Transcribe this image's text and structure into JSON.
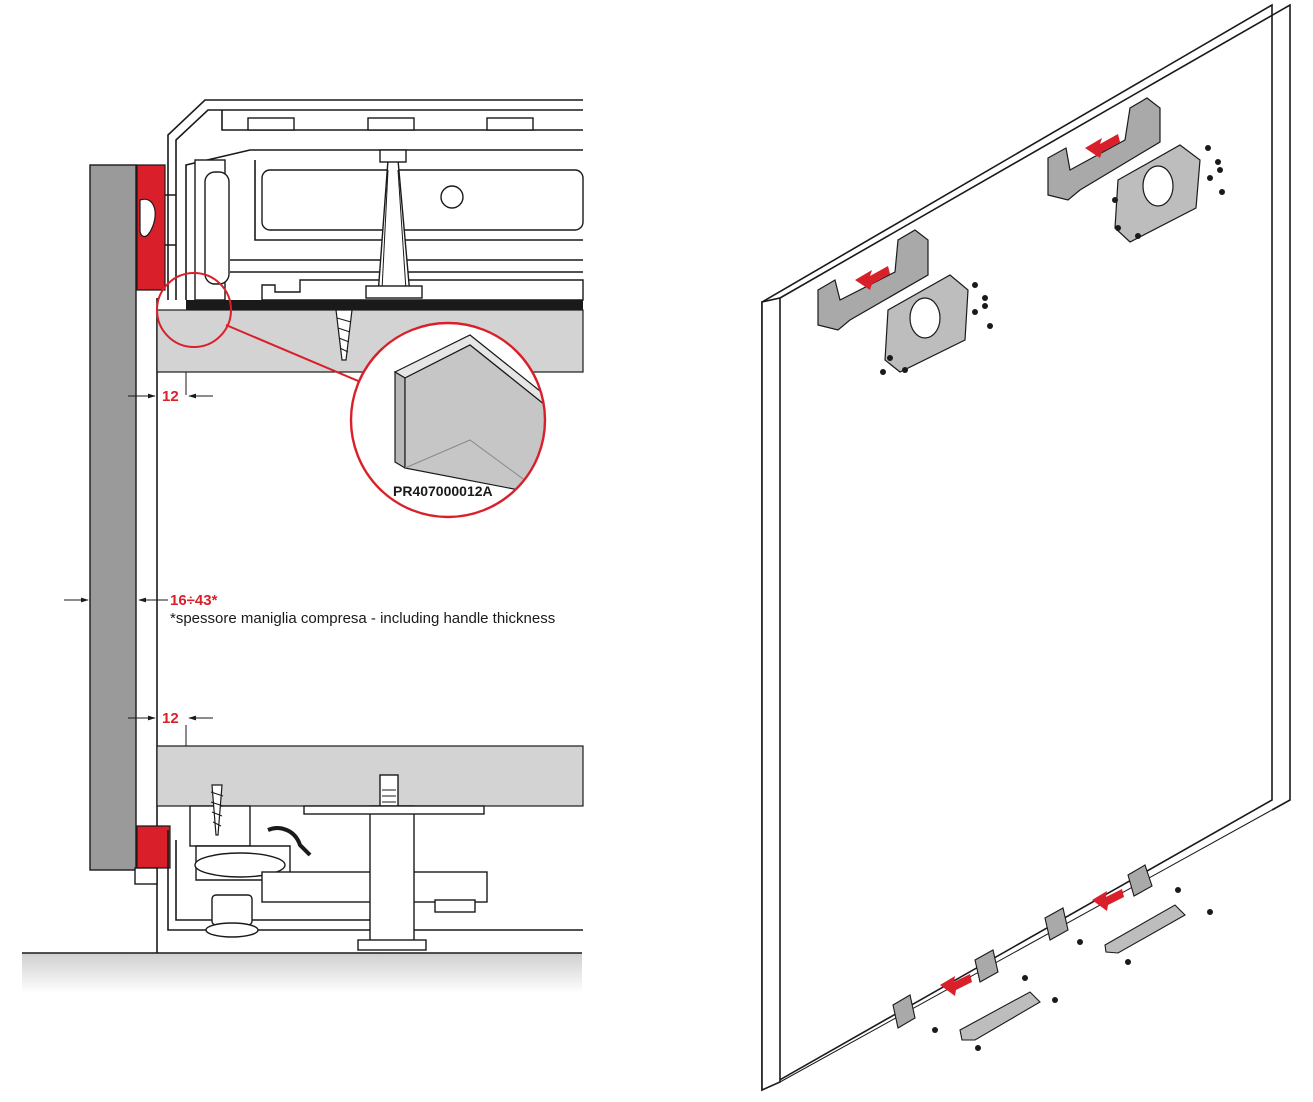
{
  "section_view": {
    "dim_top": "12",
    "dim_door": "16÷43*",
    "dim_bottom": "12",
    "footnote": "*spessore maniglia compresa - including handle thickness",
    "detail_part_code": "PR407000012A"
  },
  "colors": {
    "accent_red": "#d9202a",
    "door_gray": "#9a9a9a",
    "panel_gray": "#d3d3d3",
    "hardware_gray": "#bdbdbd",
    "line": "#1a1a1a"
  }
}
